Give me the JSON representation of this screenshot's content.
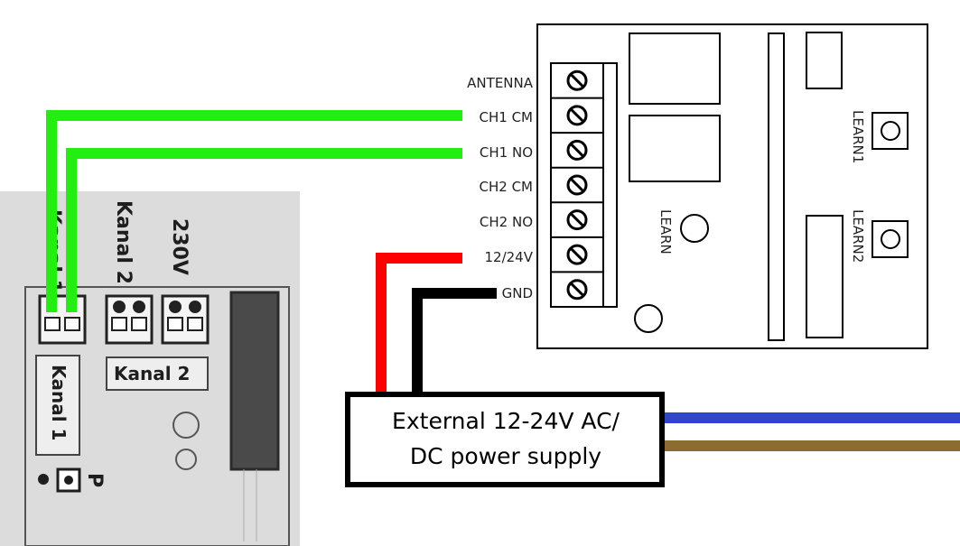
{
  "receiver": {
    "terminals": [
      "ANTENNA",
      "CH1 CM",
      "CH1 NO",
      "CH2 CM",
      "CH2 NO",
      "12/24V",
      "GND"
    ],
    "learn_label": "LEARN",
    "learn1_label": "LEARN1",
    "learn2_label": "LEARN2"
  },
  "controller": {
    "kanal1_top": "Kanal 1",
    "kanal2_top": "Kanal 2",
    "v230_top": "230V",
    "kanal1_box": "Kanal 1",
    "kanal2_box": "Kanal 2",
    "p_label": "P"
  },
  "power_supply": {
    "line1": "External 12-24V AC/",
    "line2": "DC power supply"
  },
  "colors": {
    "signal_wire": "#22ee11",
    "positive_wire": "#ff0000",
    "ground_wire": "#000000",
    "neutral_wire": "#3344cc",
    "live_wire": "#8b6d2f"
  }
}
